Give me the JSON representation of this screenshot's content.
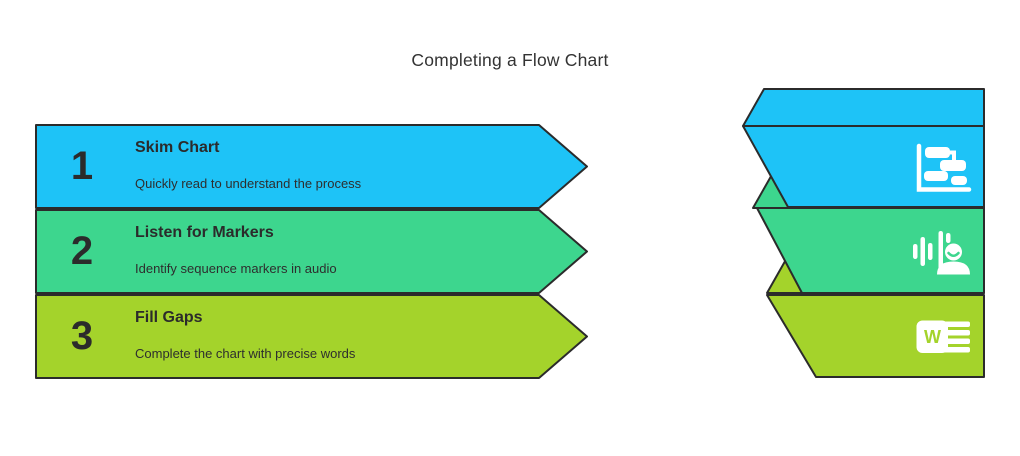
{
  "title": "Completing a Flow Chart",
  "colors": {
    "step1_blue": "#1EC3F7",
    "step2_green": "#3DD68E",
    "step3_lime": "#A4D32B",
    "outline": "#2B2B2B",
    "text_dark": "#2B2B2B",
    "icon_white": "#FFFFFF",
    "background": "#FFFFFF"
  },
  "steps": [
    {
      "number": "1",
      "title": "Skim Chart",
      "description": "Quickly read to understand the process",
      "icon": "flow-chart-icon"
    },
    {
      "number": "2",
      "title": "Listen for Markers",
      "description": "Identify sequence markers in audio",
      "icon": "voice-waveform-icon"
    },
    {
      "number": "3",
      "title": "Fill Gaps",
      "description": "Complete the chart with precise words",
      "icon": "word-document-icon"
    }
  ],
  "icons": {
    "word_letter": "W"
  }
}
